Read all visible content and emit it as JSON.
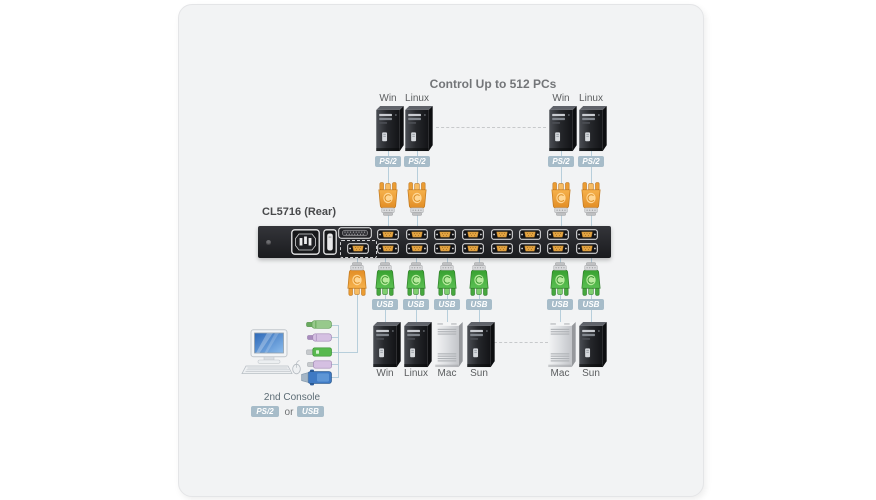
{
  "title": "Control Up to 512 PCs",
  "device": {
    "label": "CL5716 (Rear)"
  },
  "top_computers": [
    {
      "label": "Win",
      "cable_badge": "PS/2"
    },
    {
      "label": "Linux",
      "cable_badge": "PS/2"
    },
    {
      "label": "Win",
      "cable_badge": "PS/2"
    },
    {
      "label": "Linux",
      "cable_badge": "PS/2"
    }
  ],
  "bottom_computers": [
    {
      "label": "Win",
      "cable_badge": "USB"
    },
    {
      "label": "Linux",
      "cable_badge": "USB"
    },
    {
      "label": "Mac",
      "cable_badge": "USB"
    },
    {
      "label": "Sun",
      "cable_badge": "USB"
    },
    {
      "label": "Mac",
      "cable_badge": "USB"
    },
    {
      "label": "Sun",
      "cable_badge": "USB"
    }
  ],
  "console": {
    "label": "2nd Console",
    "option_a": "PS/2",
    "conjunction": "or",
    "option_b": "USB"
  },
  "icons": {
    "top_cable": "sphd-orange-connector-icon",
    "bottom_cable": "usb-green-connector-icon",
    "daisy_cable": "sphd-orange-connector-icon",
    "console_cables": "ps2-usb-vga-connector-icons"
  },
  "colors": {
    "badge_bg": "#a7bcc9",
    "cable_orange": "#f0a43c",
    "cable_green": "#4db848",
    "connector_line": "#b7cedb",
    "switch_body": "#1e1f22",
    "title_text": "#737578"
  }
}
